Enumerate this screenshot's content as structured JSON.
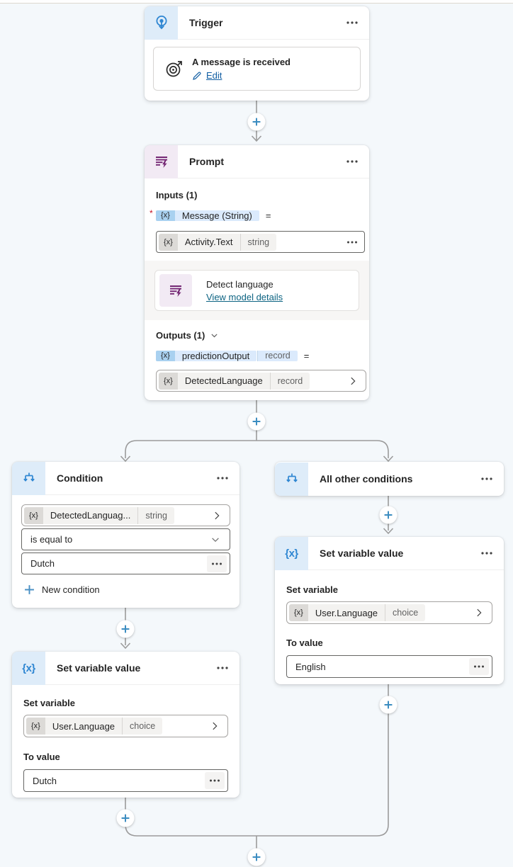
{
  "canvas": {
    "background": "#f4f8fb",
    "wire_color": "#9b9b9b",
    "plus_color": "#3a8cc0"
  },
  "colors": {
    "header_icon_blue": "#2e86d2",
    "header_box_blue": "#deecf9",
    "prompt_purple": "#742774",
    "prompt_box_purple": "#f2eaf4",
    "edit_link": "#115ea3",
    "model_link": "#0c6382",
    "required_red": "#c50f1f",
    "pill_chip_blue": "#a9d1f0",
    "pill_bg_blue": "#dbeafc"
  },
  "icons": {
    "trigger": "trigger-beacon-icon",
    "prompt": "ai-prompt-icon",
    "condition": "branch-icon",
    "set_variable": "variable-x-icon",
    "set_variable_glyph": "{x}",
    "target": "target-icon",
    "edit": "pencil-icon",
    "more": "more-horizontal-icon",
    "plus": "plus-icon",
    "chevron_right": "chevron-right-icon",
    "chevron_down": "chevron-down-icon"
  },
  "trigger": {
    "title": "Trigger",
    "event_name": "A message is received",
    "edit_label": "Edit"
  },
  "prompt": {
    "title": "Prompt",
    "inputs_label": "Inputs (1)",
    "required_marker": "*",
    "input": {
      "chip": "{x}",
      "name": "Message (String)",
      "equals": "="
    },
    "input_value": {
      "chip": "{x}",
      "name": "Activity.Text",
      "type": "string"
    },
    "model": {
      "name": "Detect language",
      "link": "View model details"
    },
    "outputs_label": "Outputs (1)",
    "output": {
      "chip": "{x}",
      "name": "predictionOutput",
      "type": "record",
      "equals": "="
    },
    "output_value": {
      "chip": "{x}",
      "name": "DetectedLanguage",
      "type": "record"
    }
  },
  "condition": {
    "title": "Condition",
    "operand": {
      "chip": "{x}",
      "name": "DetectedLanguag...",
      "type": "string"
    },
    "operator": "is equal to",
    "value": "Dutch",
    "new_condition_label": "New condition"
  },
  "all_other_conditions": {
    "title": "All other conditions"
  },
  "set_variable_left": {
    "title": "Set variable value",
    "set_variable_label": "Set variable",
    "variable": {
      "chip": "{x}",
      "name": "User.Language",
      "type": "choice"
    },
    "to_value_label": "To value",
    "value": "Dutch"
  },
  "set_variable_right": {
    "title": "Set variable value",
    "set_variable_label": "Set variable",
    "variable": {
      "chip": "{x}",
      "name": "User.Language",
      "type": "choice"
    },
    "to_value_label": "To value",
    "value": "English"
  }
}
